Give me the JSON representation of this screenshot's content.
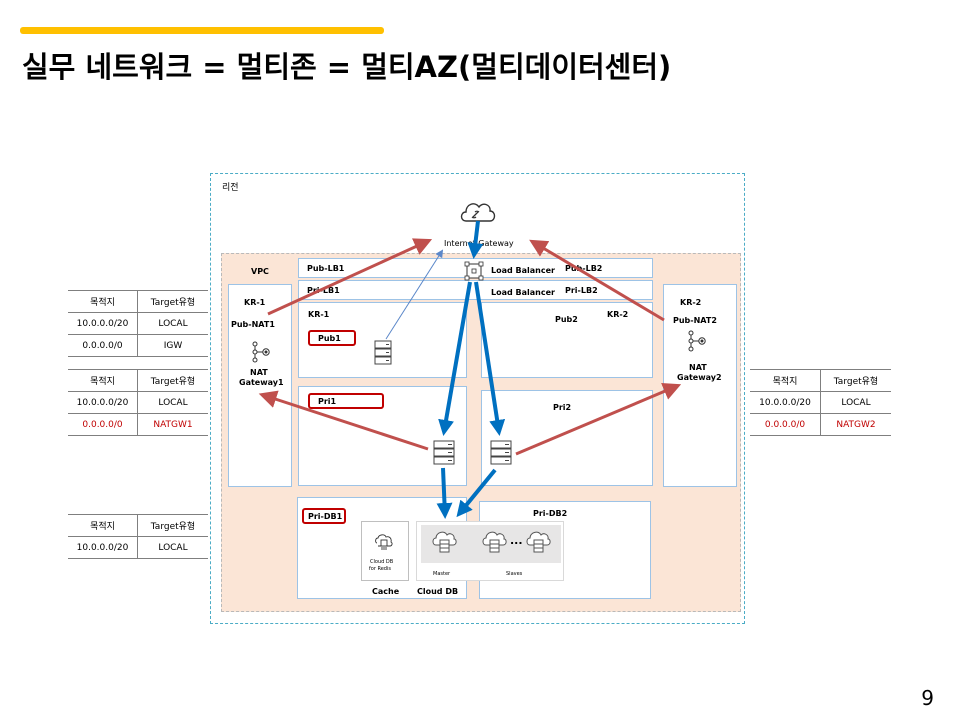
{
  "slide": {
    "title": "실무 네트워크 = 멀티존 = 멀티AZ(멀티데이터센터)",
    "page_number": "9"
  },
  "diagram": {
    "region_label": "리전",
    "vpc_label": "VPC",
    "internet_gateway_label": "Internet Gateway",
    "zones": {
      "kr1_left": "KR-1",
      "kr1_mid": "KR-1",
      "kr2_mid": "KR-2",
      "kr2_right": "KR-2"
    },
    "subnets": {
      "pub_lb1": "Pub-LB1",
      "pri_lb1": "Pri-LB1",
      "pub_lb2": "Pub-LB2",
      "pri_lb2": "Pri-LB2",
      "pub1": "Pub1",
      "pub2": "Pub2",
      "pri1": "Pri1",
      "pri2": "Pri2",
      "pri_db1": "Pri-DB1",
      "pri_db2": "Pri-DB2",
      "pub_nat1": "Pub-NAT1",
      "pub_nat2": "Pub-NAT2"
    },
    "load_balancer_1": "Load Balancer",
    "load_balancer_2": "Load Balancer",
    "nat_gateway_1": [
      "NAT",
      "Gateway1"
    ],
    "nat_gateway_2": [
      "NAT",
      "Gateway2"
    ],
    "redis_label": [
      "Cloud DB",
      "for Redis"
    ],
    "master_label": "Master",
    "slaves_label": "Slaves",
    "cache_label": "Cache",
    "cloud_db_label": "Cloud DB",
    "ellipsis": "..."
  },
  "route_tables": {
    "headers": [
      "목적지",
      "Target유형"
    ],
    "pub_nat1": [
      [
        "10.0.0.0/20",
        "LOCAL"
      ],
      [
        "0.0.0.0/0",
        "IGW"
      ]
    ],
    "pri1": [
      [
        "10.0.0.0/20",
        "LOCAL"
      ],
      [
        "0.0.0.0/0",
        "NATGW1"
      ]
    ],
    "pri2": [
      [
        "10.0.0.0/20",
        "LOCAL"
      ],
      [
        "0.0.0.0/0",
        "NATGW2"
      ]
    ],
    "pri_db": [
      [
        "10.0.0.0/20",
        "LOCAL"
      ]
    ]
  },
  "colors": {
    "accent": "#ffc000",
    "region_border": "#4bacc6",
    "vpc_fill": "#fbe5d6",
    "subnet_border": "#9dc3e6",
    "red_arrow": "#c0504d",
    "blue_arrow": "#0070c0",
    "highlight": "#c00000"
  }
}
